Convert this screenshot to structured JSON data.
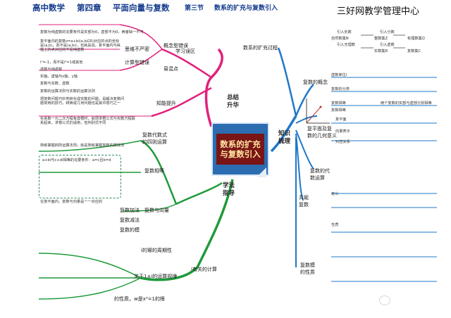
{
  "header": {
    "title": "高中数学",
    "chapter": "第四章",
    "chapter_name": "平面向量与复数",
    "section": "第三节",
    "section_name": "数系的扩充与复数引入",
    "brand": "三好网教学管理中心"
  },
  "center": {
    "line1": "数系的扩充",
    "line2": "与复数引入"
  },
  "branches": {
    "summary": [
      "总结",
      "升华"
    ],
    "knowledge": [
      "知识",
      "梳理"
    ],
    "method": [
      "学法",
      "指导"
    ],
    "learning_mistakes": "学习误区",
    "ability": "知能提升",
    "confusion": "概念型错误",
    "thinking": "思维不严密",
    "calc_error": "计算型错误",
    "difficult": "易混点",
    "four_ops": [
      "复数代数式",
      "的四则运算"
    ],
    "complex_eq": "复数相等",
    "complex_vector": "复数与向量",
    "i_calc": "i有关的计算",
    "number_system": "数系的扩充过程",
    "concept": "复数的概念",
    "geometry": [
      "复平面及复",
      "数的几何意义"
    ],
    "algebra": [
      "复数的代",
      "数运算"
    ],
    "conjugate": [
      "共轭",
      "复数"
    ],
    "modulus": [
      "复数模",
      "的性质"
    ]
  },
  "left_notes": {
    "n1": "复数为纯虚数的充要条件是实部为0，虚部不为0，两者缺一不可",
    "n2": "复平面内的复数z=a+bi(a,b∈R)对应的点的坐标是(a,b)，而不是(a,bi)，也就是说，复平面内与纵轴上的点对应的不是纯虚数",
    "n3": "i²=-1，而不是i²=1或其他",
    "n4": "虚数与纯虚数",
    "n5": "复数与实数、虚数",
    "n6": "实轴、虚轴与x轴、y轴",
    "n7": "复数的运算法则与实数的运算法则",
    "n8": "把复数问题巧妙地转化成实数的问题，是解决复数问题常用的技巧，转换成几何问题也是其中很巧之一",
    "n9": "实系数一元二次方程有虚根时，就把求根公式与实数方程联系起来，求根公式仍适用，但判别式不同",
    "n10": "熟练掌握四则运算法则，就是熟练掌握复数的乘除法",
    "n11": "a+bi与c+di相等的充要条件：a=c且b=d",
    "n12": "在复平面内，复数与向量是一一对应的",
    "n13": "复数加法",
    "n14": "复数减法",
    "n15": "复数的模",
    "n16": "i的幂的周期性",
    "n17": "关于1±i的运算规律",
    "n18": "的性质，w是x³=1的根"
  },
  "right_notes": {
    "r1": "引入负数",
    "r2": "引入分数",
    "r3": "自然数集N",
    "r4": "整数集Z",
    "r5": "有理数集Q",
    "r6": "引入无理数",
    "r7": "引入虚数",
    "r8": "实数集R",
    "r9": "复数集C",
    "r10": "虚数单位i",
    "r11": "复数的分类",
    "r12": "复数相等",
    "r13": "复数相等",
    "r14": "复平面",
    "r15": "向量表示",
    "r16": "对应关系",
    "r17": "定义",
    "r18": "性质",
    "r19": "两个复数的实部与虚部分别相等"
  }
}
